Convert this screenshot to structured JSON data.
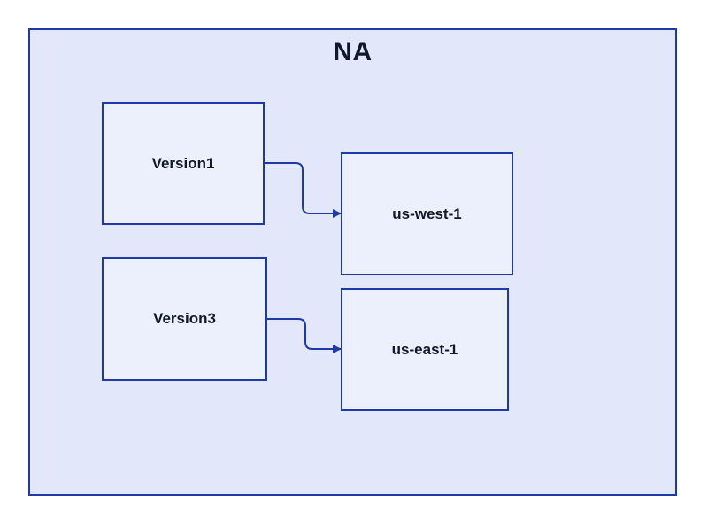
{
  "diagram": {
    "region": {
      "label": "NA"
    },
    "nodes": [
      {
        "id": "v1",
        "label": "Version1"
      },
      {
        "id": "v3",
        "label": "Version3"
      },
      {
        "id": "w1",
        "label": "us-west-1"
      },
      {
        "id": "e1",
        "label": "us-east-1"
      }
    ],
    "edges": [
      {
        "from": "Version1",
        "to": "us-west-1"
      },
      {
        "from": "Version3",
        "to": "us-east-1"
      }
    ],
    "colors": {
      "region_fill": "#e2e8f9",
      "node_fill": "#ecf0fc",
      "stroke": "#1e3aa8",
      "text": "#111827"
    }
  }
}
